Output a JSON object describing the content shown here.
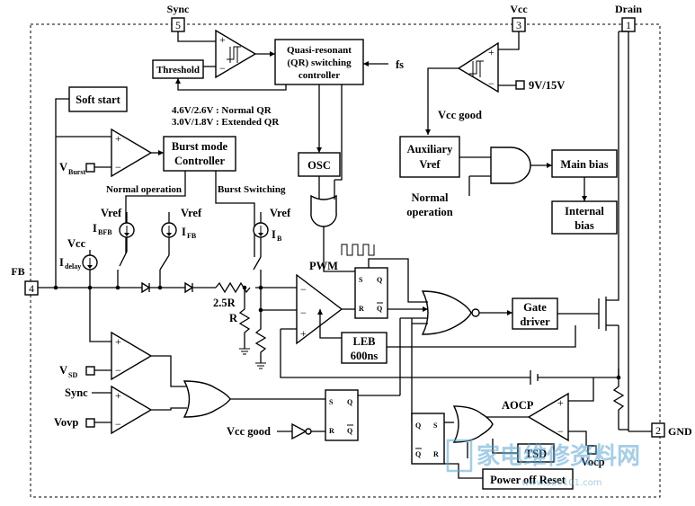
{
  "pins": {
    "sync": {
      "name": "Sync",
      "num": "5"
    },
    "vcc": {
      "name": "Vcc",
      "num": "3"
    },
    "drain": {
      "name": "Drain",
      "num": "1"
    },
    "fb": {
      "name": "FB",
      "num": "4"
    },
    "gnd": {
      "name": "GND",
      "num": "2"
    }
  },
  "blocks": {
    "qr_line1": "Quasi-resonant",
    "qr_line2": "(QR) switching",
    "qr_line3": "controller",
    "threshold": "Threshold",
    "soft_start": "Soft start",
    "burst_line1": "Burst mode",
    "burst_line2": "Controller",
    "osc": "OSC",
    "aux_line1": "Auxiliary",
    "aux_line2": "Vref",
    "main_bias": "Main bias",
    "internal_line1": "Internal",
    "internal_line2": "bias",
    "leb_line1": "LEB",
    "leb_line2": "600ns",
    "gate_line1": "Gate",
    "gate_line2": "driver",
    "tsd": "TSD",
    "por": "Power off Reset"
  },
  "labels": {
    "fs": "fs",
    "qr_note1": "4.6V/2.6V : Normal QR",
    "qr_note2": "3.0V/1.8V : Extended QR",
    "ref_9v": "9V/15V",
    "vcc_good_1": "Vcc good",
    "normal_op_1": "Normal",
    "normal_op_2": "operation",
    "normal_operation": "Normal operation",
    "burst_switching": "Burst Switching",
    "v_burst": "V",
    "v_burst_sub": "Burst",
    "vref_1": "Vref",
    "vref_2": "Vref",
    "vref_3": "Vref",
    "i_bfb": "I",
    "i_bfb_sub": "BFB",
    "i_fb": "I",
    "i_fb_sub": "FB",
    "i_b": "I",
    "i_b_sub": "B",
    "vcc_left": "Vcc",
    "i_delay": "I",
    "i_delay_sub": "delay",
    "r_25": "2.5R",
    "r": "R",
    "pwm": "PWM",
    "v_sd": "V",
    "v_sd_sub": "SD",
    "sync_in": "Sync",
    "vovp": "Vovp",
    "vcc_good_2": "Vcc good",
    "aocp": "AOCP",
    "vocp": "Vocp",
    "s": "S",
    "r_pin": "R",
    "q": "Q",
    "qbar": "Q"
  },
  "watermark": {
    "text": "家电维修资料网",
    "url": "www.520101.com"
  }
}
